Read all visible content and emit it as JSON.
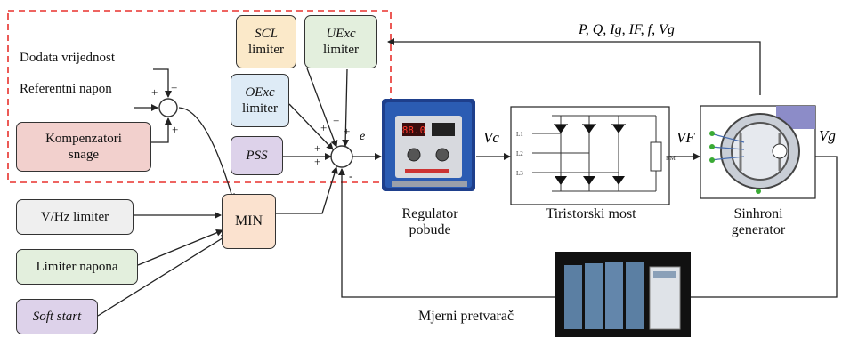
{
  "inputs": {
    "added_value": "Dodata vrijednost",
    "reference_voltage": "Referentni napon"
  },
  "blocks": {
    "compensator": "Kompenzatori snage",
    "scl": {
      "name": "SCL",
      "sub": "limiter"
    },
    "uexc": {
      "name": "UExc",
      "sub": "limiter"
    },
    "oexc": {
      "name": "OExc",
      "sub": "limiter"
    },
    "pss": "PSS",
    "vhz": "V/Hz limiter",
    "voltage_limiter": "Limiter napona",
    "soft_start": "Soft start",
    "min": "MIN"
  },
  "components": {
    "exciter": "Regulator pobude",
    "thyristor": "Tiristorski most",
    "generator": "Sinhroni generator",
    "transducer": "Mjerni pretvarač",
    "exciter_screen": "88.0"
  },
  "signals": {
    "error": "e",
    "vc": "Vc",
    "vf": "VF",
    "vg": "Vg",
    "feedback": "P, Q, Ig, IF, f, Vg",
    "r_label": "RM",
    "phases": [
      "L1",
      "L2",
      "L3"
    ]
  },
  "signs": {
    "s1_top": "+",
    "s1_left": "+",
    "s1_bottom": "+",
    "s2_a": "+",
    "s2_b": "+",
    "s2_c": "+",
    "s2_d": "+",
    "s2_e": "+",
    "s2_minus": "-"
  },
  "colors": {
    "compensator": "#f2d0cd",
    "scl": "#fbe9c9",
    "uexc": "#e3efdd",
    "oexc": "#deebf6",
    "pss": "#ddd2ea",
    "vhz": "#efefef",
    "voltage_limiter": "#e3efdd",
    "soft_start": "#ddd2ea",
    "min": "#fbe2cf",
    "dashed_border": "#e8312d"
  }
}
